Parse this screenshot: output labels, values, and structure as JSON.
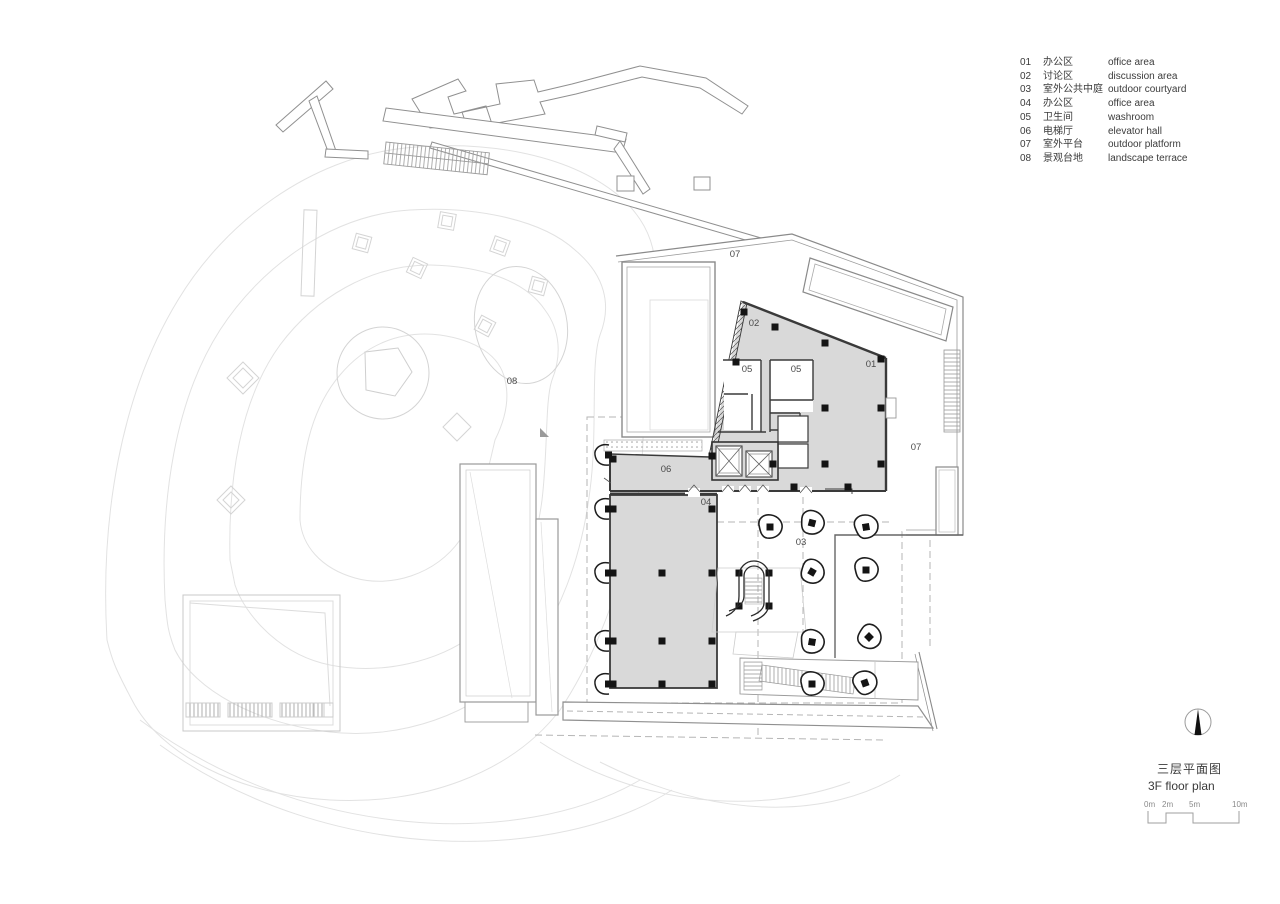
{
  "legend": {
    "items": [
      {
        "code": "01",
        "zh": "办公区",
        "en": "office area"
      },
      {
        "code": "02",
        "zh": "讨论区",
        "en": "discussion area"
      },
      {
        "code": "03",
        "zh": "室外公共中庭",
        "en": "outdoor courtyard"
      },
      {
        "code": "04",
        "zh": "办公区",
        "en": "office area"
      },
      {
        "code": "05",
        "zh": "卫生间",
        "en": "washroom"
      },
      {
        "code": "06",
        "zh": "电梯厅",
        "en": "elevator hall"
      },
      {
        "code": "07",
        "zh": "室外平台",
        "en": "outdoor platform"
      },
      {
        "code": "08",
        "zh": "景观台地",
        "en": "landscape terrace"
      }
    ]
  },
  "plan": {
    "labels": [
      {
        "text": "07",
        "meaning": "outdoor platform (top)"
      },
      {
        "text": "02",
        "meaning": "discussion area"
      },
      {
        "text": "05",
        "meaning": "washroom (left)"
      },
      {
        "text": "05",
        "meaning": "washroom (right)"
      },
      {
        "text": "01",
        "meaning": "office area"
      },
      {
        "text": "07",
        "meaning": "outdoor platform (right)"
      },
      {
        "text": "06",
        "meaning": "elevator hall"
      },
      {
        "text": "04",
        "meaning": "office area"
      },
      {
        "text": "03",
        "meaning": "outdoor courtyard"
      },
      {
        "text": "08",
        "meaning": "landscape terrace"
      }
    ]
  },
  "titleblock": {
    "title_zh": "三层平面图",
    "title_en": "3F floor plan",
    "north_icon": "north-arrow",
    "scale_labels": [
      "0m",
      "2m",
      "5m",
      "10m"
    ]
  },
  "colors": {
    "background": "#ffffff",
    "room_fill": "#d9d9d9",
    "wall": "#3a3a3a",
    "column": "#141414",
    "contour": "#e2e2e2",
    "boundary": "#8a8a8a",
    "dashed": "#b5b5b5",
    "text": "#3b3b3b"
  }
}
